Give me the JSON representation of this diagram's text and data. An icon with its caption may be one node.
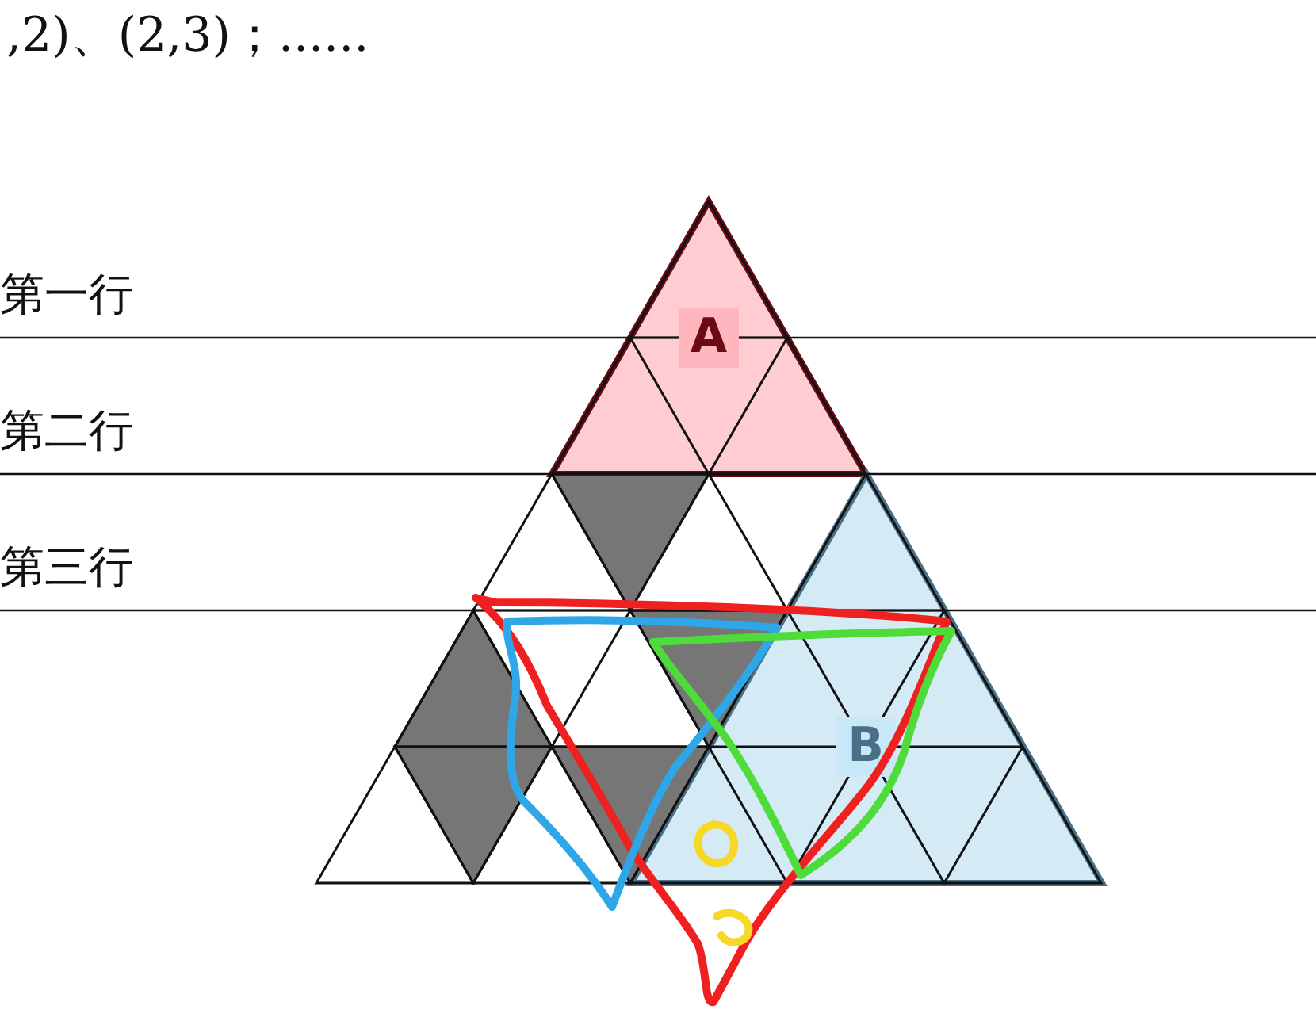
{
  "diagram": {
    "nodes": [
      {
        "text": [
          "A"
        ]
      },
      {
        "text": [
          "B"
        ]
      }
    ],
    "labels": [
      ",2)、(2,3)；......",
      "第一行",
      "第二行",
      "第三行"
    ]
  }
}
